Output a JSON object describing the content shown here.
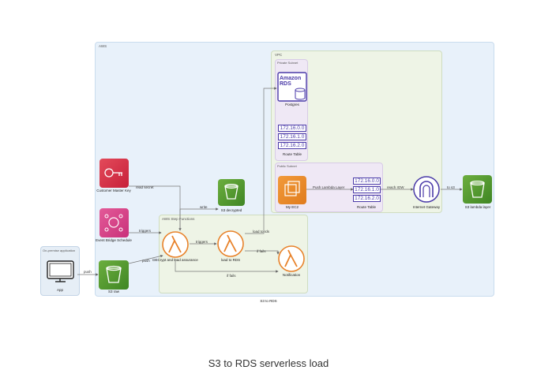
{
  "caption": "S3 to RDS serverless load",
  "groups": {
    "aws": "AWS",
    "on_prem": "On-premise application",
    "vpc": "VPC",
    "private_subnet": "Private Subnet",
    "public_subnet": "Public Subnet",
    "step_functions": "AWS Step Functions"
  },
  "nodes": {
    "app": "App",
    "s3_raw": "S3 raw",
    "kms": "Customer Master Key",
    "eventbridge": "Event Bridge Schedule",
    "lambda_decrypt": "DECrypt and load assurance",
    "s3_decrypted": "S3 decrypted",
    "lambda_load": "load to RDS",
    "notification": "Notification",
    "postgres": "Postgres",
    "rds_icon_text": "Amazon RDS",
    "route_table_private": "Route Table",
    "route_table_public": "Route Table",
    "my_ec2": "My EC2",
    "internet_gateway": "Internet Gateway",
    "s3_lambda_layer": "S3 lambda layer"
  },
  "route_entries": [
    "172.16.0.0",
    "172.16.1.0",
    "172.16.2.0"
  ],
  "edges": {
    "push": "push",
    "read_secret": "read secret",
    "triggers_1": "triggers",
    "push_2": "push",
    "write": "write",
    "triggers_2": "triggers",
    "load_to_rds": "load to rds",
    "if_fails_1": "if fails",
    "if_fails_2": "if fails",
    "push_lambda_layer": "Push Lambda Layer",
    "reach_igw": "reach IGW",
    "to_s3": "to s3"
  },
  "cluster_label": "S3 to RDS",
  "colors": {
    "aws_bg": "#e8f1fa",
    "vpc_bg": "#eef4e6",
    "subnet_bg": "#efe8f5",
    "step_bg": "#eef4e6",
    "onprem_bg": "#e6eef6",
    "lambda_orange": "#e8822a",
    "s3_green": "#3f8624",
    "kms_red": "#c7203a",
    "event_pink": "#c9317a",
    "rds_purple": "#4a3aa8",
    "ec2_orange": "#e07c1e"
  }
}
